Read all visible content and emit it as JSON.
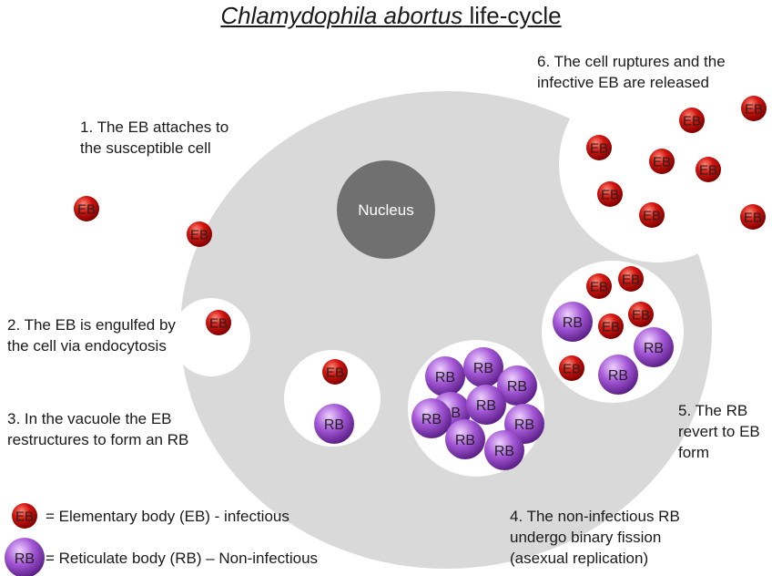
{
  "title": {
    "species": "Chlamydophila abortus",
    "suffix": " life-cycle"
  },
  "nucleus_label": "Nucleus",
  "eb_label": "EB",
  "rb_label": "RB",
  "colors": {
    "eb": "#d11a1a",
    "rb": "#9b4fc7",
    "cell": "#d9d9d9",
    "nucleus": "#707070",
    "vacuole": "#ffffff"
  },
  "steps": {
    "s1": {
      "line1": "1. The EB attaches to",
      "line2": "the susceptible cell"
    },
    "s2": {
      "line1": "2. The EB is engulfed by",
      "line2": "the cell via endocytosis"
    },
    "s3": {
      "line1": "3. In the vacuole the EB",
      "line2": "restructures to form an RB"
    },
    "s4": {
      "line1": "4. The non-infectious RB",
      "line2": "undergo binary fission",
      "line3": "(asexual replication)"
    },
    "s5": {
      "line1": "5. The RB",
      "line2": "revert to EB",
      "line3": "form"
    },
    "s6": {
      "line1": "6. The cell ruptures and the",
      "line2": "infective EB are released"
    }
  },
  "legend": {
    "eb": "= Elementary body (EB) - infectious",
    "rb": "= Reticulate body (RB) – Non-infectious"
  }
}
